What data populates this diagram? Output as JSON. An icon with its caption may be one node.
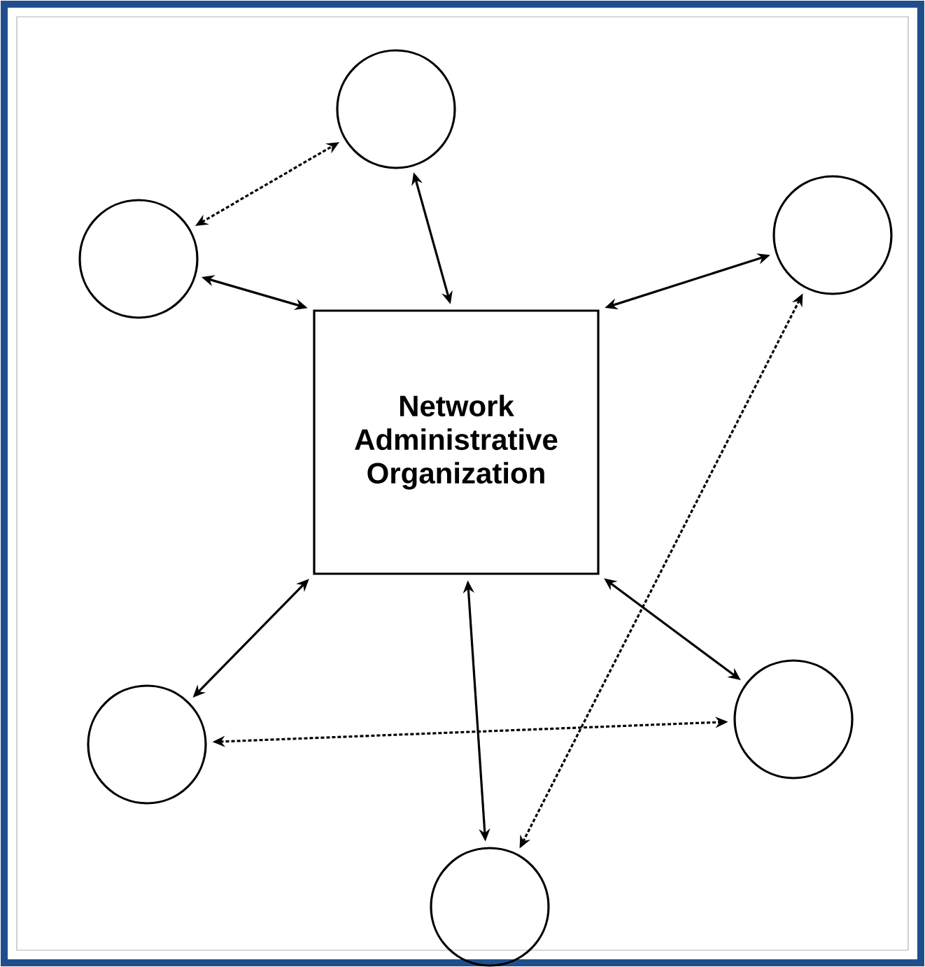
{
  "diagram": {
    "nodes": [
      {
        "text": [
          "Network Administrative Organization"
        ]
      },
      {
        "text": [],
        "shape": "circle"
      },
      {
        "text": [],
        "shape": "circle"
      },
      {
        "text": [],
        "shape": "circle"
      },
      {
        "text": [],
        "shape": "circle"
      },
      {
        "text": [],
        "shape": "circle"
      },
      {
        "text": [],
        "shape": "circle"
      }
    ],
    "edges": [
      {
        "from": 2,
        "to": 1,
        "arrow": "both",
        "style": "dashed"
      },
      {
        "from": 1,
        "to": 0,
        "arrow": "both"
      },
      {
        "from": 2,
        "to": 0,
        "arrow": "both"
      },
      {
        "from": 3,
        "to": 0,
        "arrow": "both"
      },
      {
        "from": 0,
        "to": 4,
        "arrow": "both"
      },
      {
        "from": 0,
        "to": 6,
        "arrow": "both"
      },
      {
        "from": 0,
        "to": 5,
        "arrow": "both"
      },
      {
        "from": 4,
        "to": 5,
        "arrow": "both",
        "style": "dashed"
      },
      {
        "from": 3,
        "to": 6,
        "arrow": "both",
        "style": "dashed"
      }
    ]
  }
}
